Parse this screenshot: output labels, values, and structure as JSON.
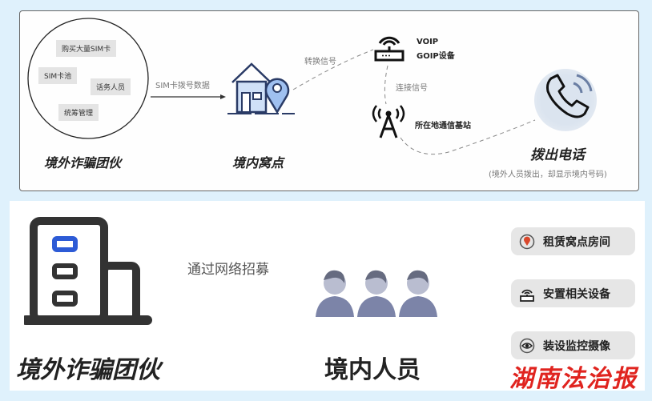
{
  "top": {
    "circle_items": [
      "购买大量SIM卡",
      "SIM卡池",
      "话务人员",
      "统筹管理"
    ],
    "group_label": "境外诈骗团伙",
    "arrow_label": "SIM卡拨号数据",
    "den_label": "境内窝点",
    "convert_label": "转换信号",
    "device_line1": "VOIP",
    "device_line2": "GOIP设备",
    "connect_label": "连接信号",
    "station_label": "所在地通信基站",
    "call_label": "拨出电话",
    "call_note": "(境外人员拨出，却显示境内号码)"
  },
  "bottom": {
    "group_label": "境外诈骗团伙",
    "arrow_label": "通过网络招募",
    "people_label": "境内人员",
    "tasks": [
      {
        "label": "租赁窝点房间",
        "icon": "location-pin-icon"
      },
      {
        "label": "安置相关设备",
        "icon": "router-icon"
      },
      {
        "label": "装设监控摄像",
        "icon": "eye-icon"
      }
    ]
  },
  "watermark": "湖南法治报",
  "colors": {
    "background": "#dff1fc",
    "accent_blue": "#2d5bd6",
    "person": "#7c84a8",
    "pin": "#d9472b",
    "watermark": "#e0241f"
  }
}
